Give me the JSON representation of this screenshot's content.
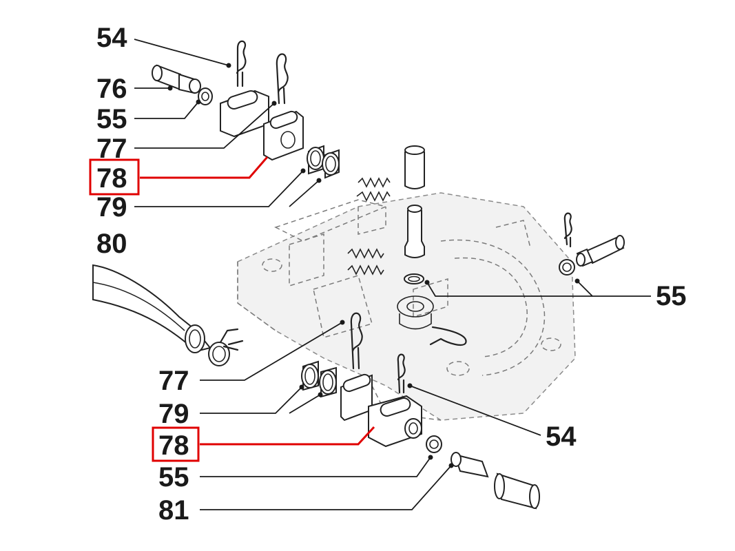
{
  "callouts": {
    "c54_top": "54",
    "c76": "76",
    "c55_top": "55",
    "c77_top": "77",
    "c78_top": "78",
    "c79_top": "79",
    "c80": "80",
    "c55_right": "55",
    "c77_bottom": "77",
    "c79_bottom": "79",
    "c78_bottom": "78",
    "c54_bottom": "54",
    "c55_bottom": "55",
    "c81": "81"
  },
  "colors": {
    "highlight": "#e00000",
    "ink": "#1a1a1a",
    "ghost": "#7a7a7a"
  }
}
